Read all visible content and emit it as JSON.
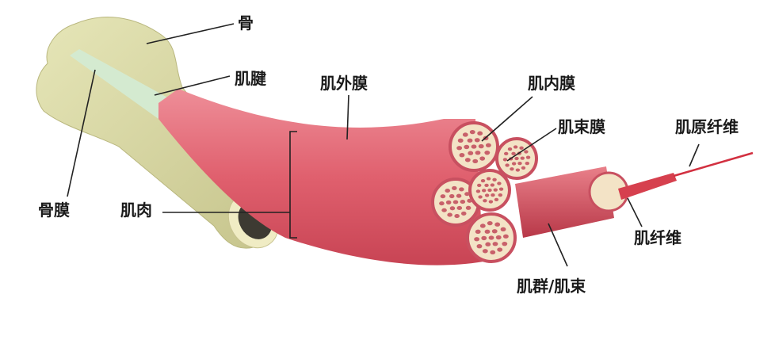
{
  "title": "Muscle structure diagram",
  "labels": {
    "bone": "骨",
    "tendon": "肌腱",
    "epimysium": "肌外膜",
    "endomysium": "肌内膜",
    "perimysium": "肌束膜",
    "myofibril": "肌原纤维",
    "periosteum": "骨膜",
    "muscle": "肌肉",
    "muscle_fiber": "肌纤维",
    "fascicle": "肌群/肌束"
  },
  "colors": {
    "bone": "#d9d9a6",
    "muscle": "#e0606e",
    "tendon": "#cfe6c8",
    "bundle_fill": "#f3e3c6",
    "fiber_dot": "#c8606a"
  }
}
